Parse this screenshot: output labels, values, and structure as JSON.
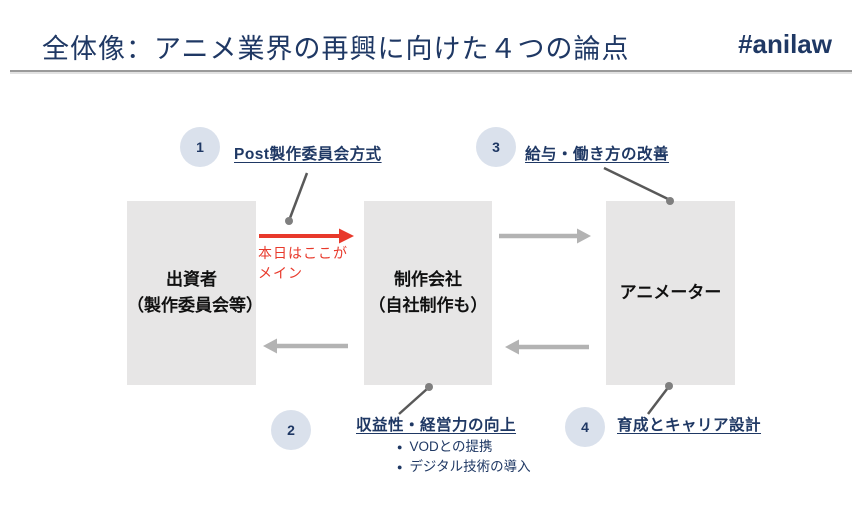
{
  "header": {
    "title": "全体像：アニメ業界の再興に向けた４つの論点",
    "hashtag": "#anilaw"
  },
  "boxes": [
    {
      "id": "investors",
      "lines": [
        "出資者",
        "（製作委員会等）"
      ]
    },
    {
      "id": "studio",
      "lines": [
        "制作会社",
        "（自社制作も）"
      ]
    },
    {
      "id": "animator",
      "lines": [
        "アニメーター"
      ]
    }
  ],
  "points": [
    {
      "number": "1",
      "label": "Post製作委員会方式"
    },
    {
      "number": "2",
      "label": "収益性・経営力の向上",
      "bullets": [
        "VODとの提携",
        "デジタル技術の導入"
      ]
    },
    {
      "number": "3",
      "label": "給与・働き方の改善"
    },
    {
      "number": "4",
      "label": "育成とキャリア設計"
    }
  ],
  "annotation": {
    "lines": [
      "本日はここが",
      "メイン"
    ]
  },
  "bullet_glyph": "●",
  "colors": {
    "navy": "#1f3864",
    "red": "#e8392b",
    "gray_arrow": "#b3b3b3",
    "box_bg": "#e7e6e6",
    "circle_bg": "#dae1ec",
    "connector": "#595959",
    "dot": "#7f7f7f"
  }
}
